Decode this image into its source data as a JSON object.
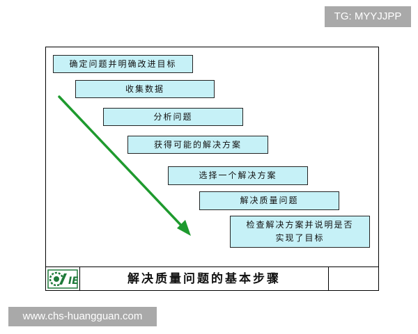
{
  "watermark_top": "TG: MYYJJPP",
  "watermark_bottom": "www.chs-huangguan.com",
  "steps": [
    {
      "label": "确定问题并明确改进目标"
    },
    {
      "label": "收集数据"
    },
    {
      "label": "分析问题"
    },
    {
      "label": "获得可能的解决方案"
    },
    {
      "label": "选择一个解决方案"
    },
    {
      "label": "解决质量问题"
    },
    {
      "label": "检查解决方案并说明是否",
      "label2": "实现了目标"
    }
  ],
  "footer": {
    "title": "解决质量问题的基本步骤",
    "logo_text": "IE"
  },
  "colors": {
    "box_fill": "#c6f1f7",
    "arrow": "#1e9a2e",
    "logo": "#1f7a3a"
  },
  "icons": {
    "arrow": "green-diagonal-arrow",
    "logo": "gear-ie-logo"
  }
}
